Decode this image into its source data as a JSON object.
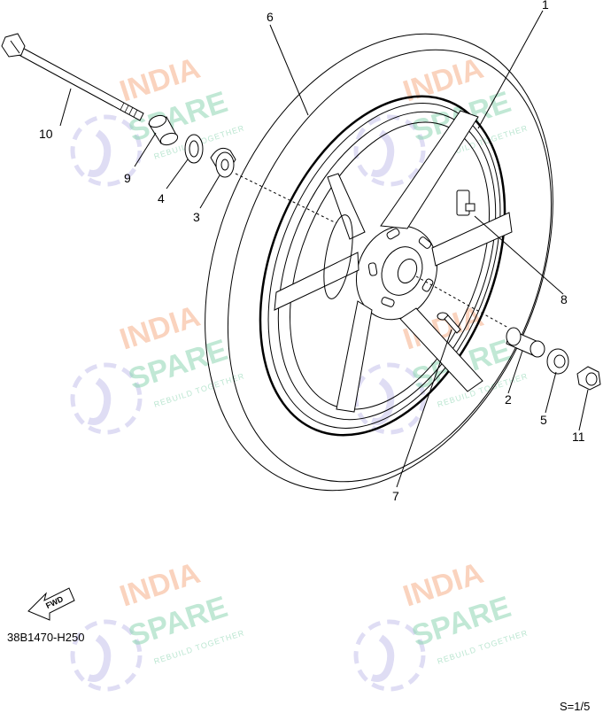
{
  "diagram": {
    "drawing_code": "38B1470-H250",
    "scale": "S=1/5",
    "fwd_label": "FWD",
    "callouts": [
      {
        "id": "1",
        "label": "1"
      },
      {
        "id": "2",
        "label": "2"
      },
      {
        "id": "3",
        "label": "3"
      },
      {
        "id": "4",
        "label": "4"
      },
      {
        "id": "5",
        "label": "5"
      },
      {
        "id": "6",
        "label": "6"
      },
      {
        "id": "7",
        "label": "7"
      },
      {
        "id": "8",
        "label": "8"
      },
      {
        "id": "9",
        "label": "9"
      },
      {
        "id": "10",
        "label": "10"
      },
      {
        "id": "11",
        "label": "11"
      }
    ]
  },
  "watermark": {
    "line1": "INDIA",
    "line2": "SPARE",
    "tagline": "REBUILD TOGETHER",
    "colors": {
      "orange": "#f6b08a",
      "green": "#8fd6b3",
      "blue": "#c9c6ec"
    }
  }
}
